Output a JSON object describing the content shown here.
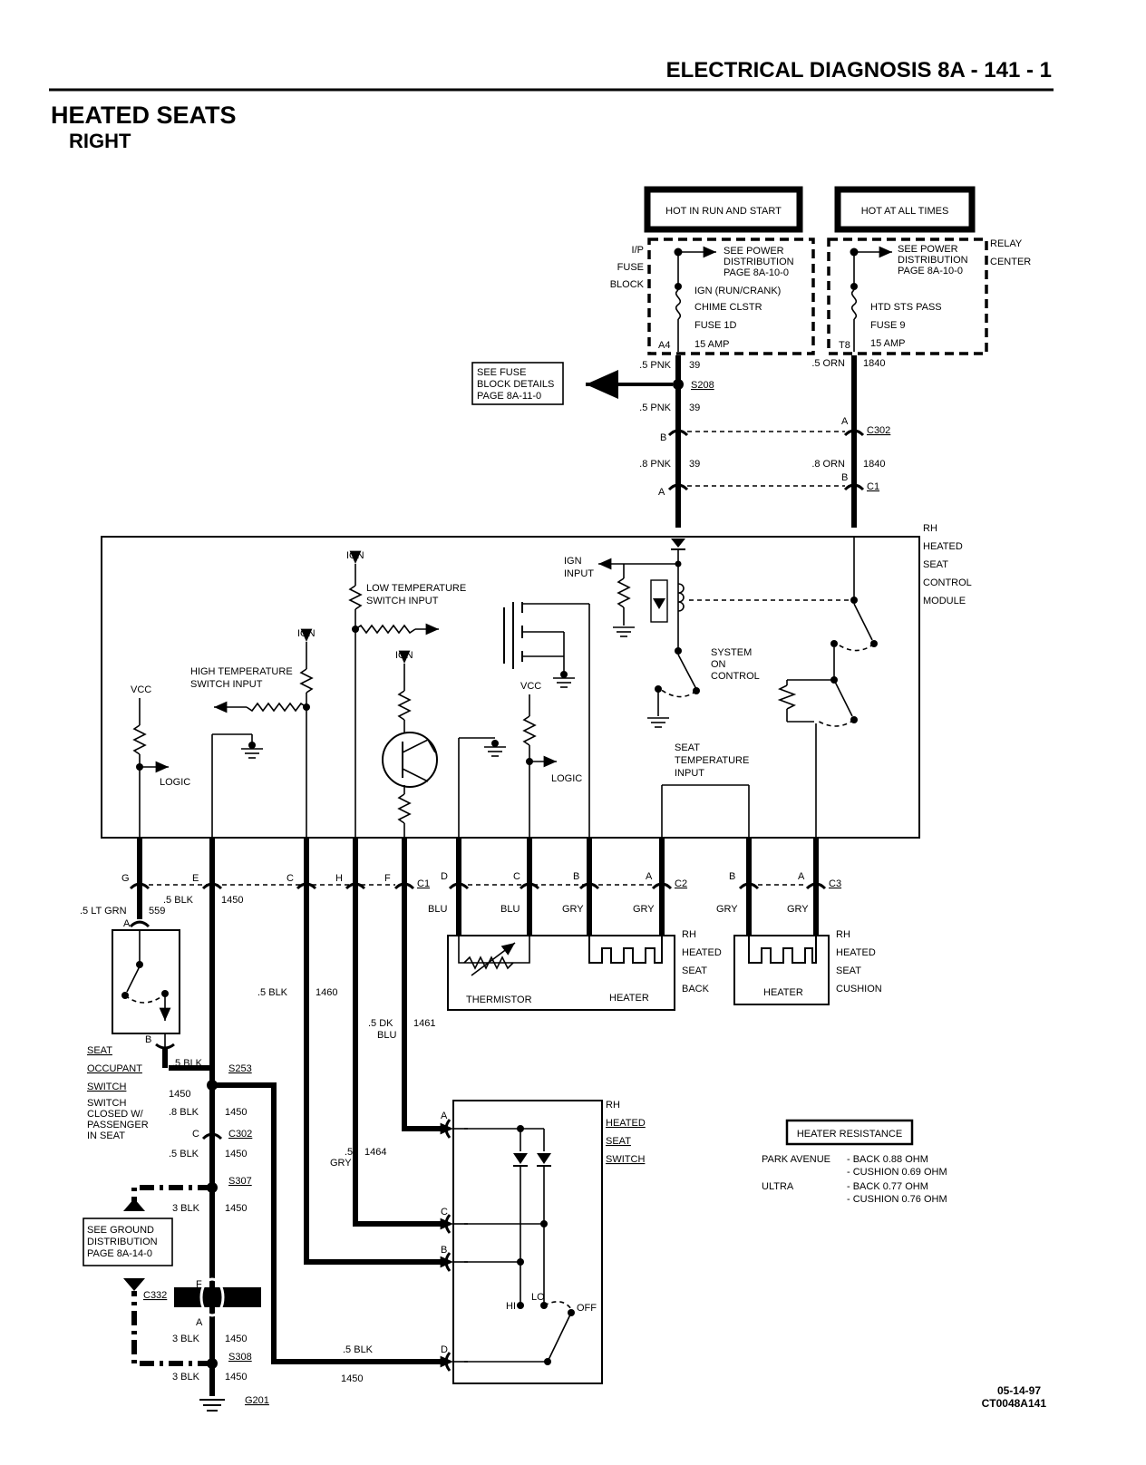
{
  "header": {
    "title": "ELECTRICAL DIAGNOSIS 8A - 141 - 1",
    "section": "HEATED SEATS",
    "subsection": "RIGHT"
  },
  "power": {
    "run_start": "HOT IN RUN AND START",
    "all_times": "HOT AT ALL TIMES",
    "ip_fuse_block": [
      "I/P",
      "FUSE",
      "BLOCK"
    ],
    "relay_center": [
      "RELAY",
      "CENTER"
    ],
    "see_power_left": [
      "SEE POWER",
      "DISTRIBUTION",
      "PAGE 8A-10-0"
    ],
    "see_power_right": [
      "SEE POWER",
      "DISTRIBUTION",
      "PAGE 8A-10-0"
    ],
    "fuse_left": [
      "IGN (RUN/CRANK)",
      "CHIME CLSTR",
      "FUSE 1D",
      "15 AMP"
    ],
    "fuse_right": [
      "HTD STS PASS",
      "FUSE 9",
      "15 AMP"
    ],
    "term_left": "A4",
    "term_right": "T8"
  },
  "fuse_details": [
    "SEE FUSE",
    "BLOCK DETAILS",
    "PAGE 8A-11-0"
  ],
  "wires": {
    "pnk1": ".5 PNK",
    "c39a": "39",
    "splice_s208": "S208",
    "pnk2": ".5 PNK",
    "c39b": "39",
    "pnk3": ".8 PNK",
    "c39c": "39",
    "orn1": ".5 ORN",
    "c1840a": "1840",
    "orn2": ".8 ORN",
    "c1840b": "1840",
    "c302": "C302",
    "c1": "C1",
    "pin_a": "A",
    "pin_b": "B",
    "pin_b2": "B",
    "pin_a2": "A"
  },
  "module": {
    "name": [
      "RH",
      "HEATED",
      "SEAT",
      "CONTROL",
      "MODULE"
    ],
    "ign_input": [
      "IGN",
      "INPUT"
    ],
    "ign": "IGN",
    "low_temp": [
      "LOW TEMPERATURE",
      "SWITCH INPUT"
    ],
    "high_temp": [
      "HIGH TEMPERATURE",
      "SWITCH INPUT"
    ],
    "vcc": "VCC",
    "logic": "LOGIC",
    "system_on": [
      "SYSTEM",
      "ON",
      "CONTROL"
    ],
    "seat_temp": [
      "SEAT",
      "TEMPERATURE",
      "INPUT"
    ]
  },
  "connectors": {
    "c1_pins": [
      "G",
      "E",
      "C",
      "H",
      "F"
    ],
    "c1": "C1",
    "c2_pins": [
      "D",
      "C",
      "B",
      "A"
    ],
    "c2": "C2",
    "c3_pins": [
      "B",
      "A"
    ],
    "c3": "C3"
  },
  "lower": {
    "lt_grn": ".5 LT GRN",
    "c559": "559",
    "blk1": ".5 BLK",
    "c1450a": "1450",
    "blk1460": ".5 BLK",
    "c1460": "1460",
    "dkblu": [
      ".5 DK",
      "BLU"
    ],
    "c1461": "1461",
    "gry1464": [
      ".5",
      "GRY"
    ],
    "c1464": "1464",
    "blu1": "BLU",
    "blu2": "BLU",
    "gry1": "GRY",
    "gry2": "GRY",
    "gry3": "GRY",
    "gry4": "GRY",
    "thermistor": "THERMISTOR",
    "heater_back": "HEATER",
    "heater_cushion": "HEATER",
    "back_label": [
      "RH",
      "HEATED",
      "SEAT",
      "BACK"
    ],
    "cushion_label": [
      "RH",
      "HEATED",
      "SEAT",
      "CUSHION"
    ],
    "occupant": [
      "SEAT",
      "OCCUPANT",
      "SWITCH"
    ],
    "occupant_note": [
      "SWITCH",
      "CLOSED W/",
      "PASSENGER",
      "IN SEAT"
    ],
    "pin_occ_a": "A",
    "pin_occ_b": "B",
    "s253": "S253",
    "blk_s253": ".5 BLK",
    "c1450b": "1450",
    "blk8": ".8 BLK",
    "c1450c": "1450",
    "c302": "C302",
    "pin_c": "C",
    "blk5": ".5 BLK",
    "c1450d": "1450",
    "s307": "S307",
    "blk3a": "3 BLK",
    "c1450e": "1450",
    "ground_dist": [
      "SEE GROUND",
      "DISTRIBUTION",
      "PAGE 8A-14-0"
    ],
    "pin_f": "F",
    "c332": "C332",
    "pin_a3": "A",
    "blk3b": "3 BLK",
    "c1450f": "1450",
    "s308": "S308",
    "blk3c": "3 BLK",
    "c1450g": "1450",
    "g201": "G201",
    "blk_bottom": ".5 BLK",
    "c1450h": "1450"
  },
  "seat_switch": {
    "name": [
      "RH",
      "HEATED",
      "SEAT",
      "SWITCH"
    ],
    "pins": [
      "A",
      "C",
      "B",
      "D"
    ],
    "hi": "HI",
    "lo": "LO",
    "off": "OFF"
  },
  "resistance": {
    "title": "HEATER RESISTANCE",
    "rows": [
      [
        "PARK AVENUE",
        "- BACK 0.88 OHM"
      ],
      [
        "",
        "- CUSHION 0.69 OHM"
      ],
      [
        "ULTRA",
        "- BACK 0.77 OHM"
      ],
      [
        "",
        "- CUSHION 0.76 OHM"
      ]
    ]
  },
  "footer": {
    "date": "05-14-97",
    "code": "CT0048A141"
  }
}
